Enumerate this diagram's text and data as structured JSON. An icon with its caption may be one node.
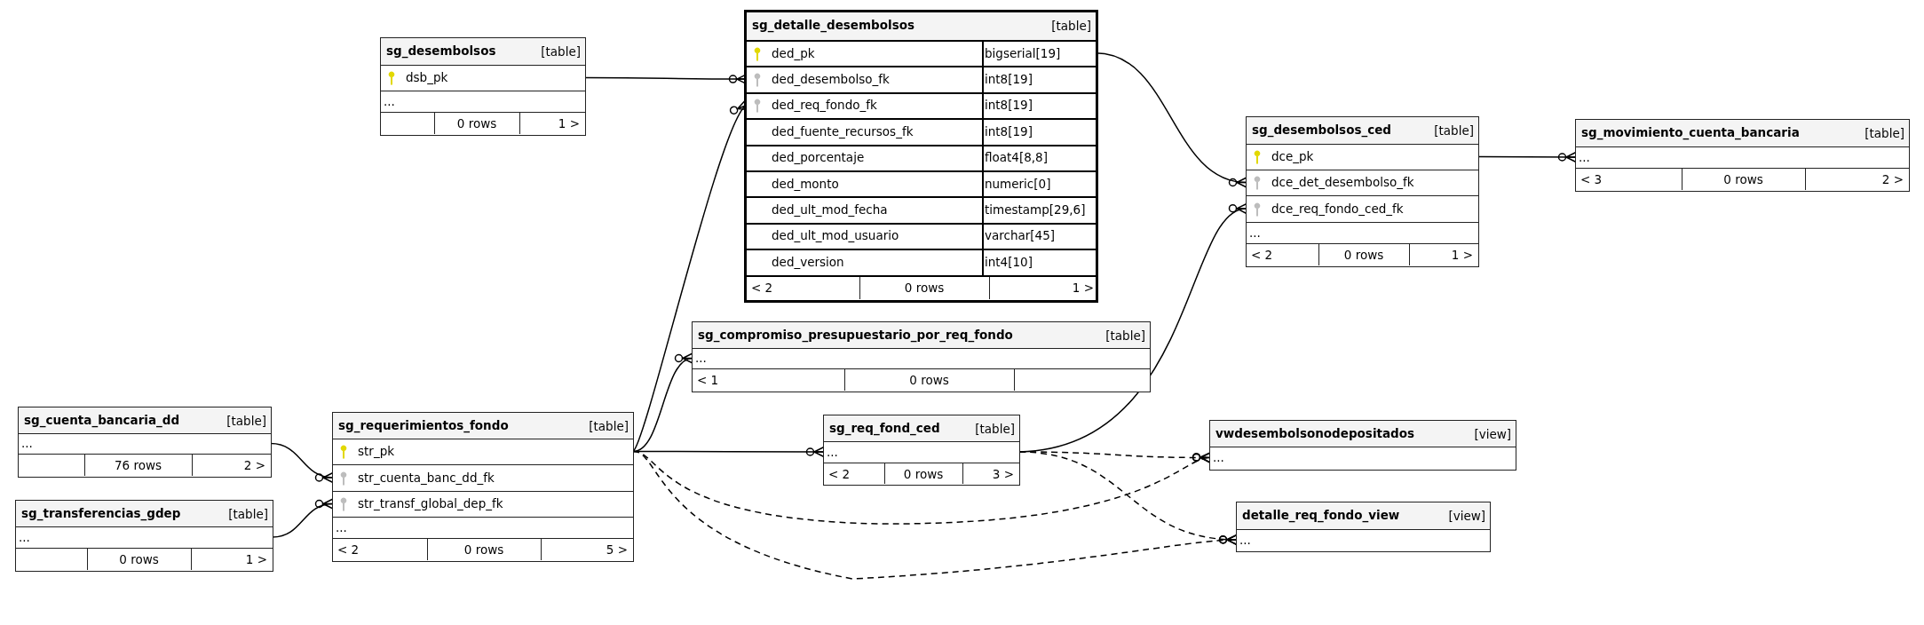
{
  "diagram": {
    "nodes": [
      {
        "text": [
          "sg_desembolsos",
          "[table]"
        ]
      },
      {
        "text": [
          "dsb_pk"
        ],
        "in": 0
      },
      {
        "text": [
          "..."
        ],
        "in": 0
      },
      {
        "text": [
          "0 rows",
          "1 >"
        ],
        "in": 0
      },
      {
        "text": [
          "sg_detalle_desembolsos",
          "[table]"
        ]
      },
      {
        "text": [
          "ded_pk",
          "bigserial[19]"
        ],
        "in": 4
      },
      {
        "text": [
          "ded_desembolso_fk",
          "int8[19]"
        ],
        "in": 4
      },
      {
        "text": [
          "ded_req_fondo_fk",
          "int8[19]"
        ],
        "in": 4
      },
      {
        "text": [
          "ded_fuente_recursos_fk",
          "int8[19]"
        ],
        "in": 4
      },
      {
        "text": [
          "ded_porcentaje",
          "float4[8,8]"
        ],
        "in": 4
      },
      {
        "text": [
          "ded_monto",
          "numeric[0]"
        ],
        "in": 4
      },
      {
        "text": [
          "ded_ult_mod_fecha",
          "timestamp[29,6]"
        ],
        "in": 4
      },
      {
        "text": [
          "ded_ult_mod_usuario",
          "varchar[45]"
        ],
        "in": 4
      },
      {
        "text": [
          "ded_version",
          "int4[10]"
        ],
        "in": 4
      },
      {
        "text": [
          "< 2",
          "0 rows",
          "1 >"
        ],
        "in": 4
      },
      {
        "text": [
          "sg_desembolsos_ced",
          "[table]"
        ]
      },
      {
        "text": [
          "dce_pk"
        ],
        "in": 15
      },
      {
        "text": [
          "dce_det_desembolso_fk"
        ],
        "in": 15
      },
      {
        "text": [
          "dce_req_fondo_ced_fk"
        ],
        "in": 15
      },
      {
        "text": [
          "..."
        ],
        "in": 15
      },
      {
        "text": [
          "< 2",
          "0 rows",
          "1 >"
        ],
        "in": 15
      },
      {
        "text": [
          "sg_movimiento_cuenta_bancaria",
          "[table]"
        ]
      },
      {
        "text": [
          "..."
        ],
        "in": 21
      },
      {
        "text": [
          "< 3",
          "0 rows",
          "2 >"
        ],
        "in": 21
      },
      {
        "text": [
          "sg_compromiso_presupuestario_por_req_fondo",
          "[table]"
        ]
      },
      {
        "text": [
          "..."
        ],
        "in": 24
      },
      {
        "text": [
          "< 1",
          "0 rows"
        ],
        "in": 24
      },
      {
        "text": [
          "sg_cuenta_bancaria_dd",
          "[table]"
        ]
      },
      {
        "text": [
          "..."
        ],
        "in": 27
      },
      {
        "text": [
          "76 rows",
          "2 >"
        ],
        "in": 27
      },
      {
        "text": [
          "sg_requerimientos_fondo",
          "[table]"
        ]
      },
      {
        "text": [
          "str_pk"
        ],
        "in": 30
      },
      {
        "text": [
          "str_cuenta_banc_dd_fk"
        ],
        "in": 30
      },
      {
        "text": [
          "str_transf_global_dep_fk"
        ],
        "in": 30
      },
      {
        "text": [
          "..."
        ],
        "in": 30
      },
      {
        "text": [
          "< 2",
          "0 rows",
          "5 >"
        ],
        "in": 30
      },
      {
        "text": [
          "sg_req_fond_ced",
          "[table]"
        ]
      },
      {
        "text": [
          "..."
        ],
        "in": 36
      },
      {
        "text": [
          "< 2",
          "0 rows",
          "3 >"
        ],
        "in": 36
      },
      {
        "text": [
          "vwdesembolsonodepositados",
          "[view]"
        ]
      },
      {
        "text": [
          "..."
        ],
        "in": 39
      },
      {
        "text": [
          "sg_transferencias_gdep",
          "[table]"
        ]
      },
      {
        "text": [
          "..."
        ],
        "in": 41
      },
      {
        "text": [
          "0 rows",
          "1 >"
        ],
        "in": 41
      },
      {
        "text": [
          "detalle_req_fondo_view",
          "[view]"
        ]
      },
      {
        "text": [
          "..."
        ],
        "in": 44
      }
    ],
    "edges": [
      {
        "from": 1,
        "to": 6,
        "arrow": "other"
      },
      {
        "from": 31,
        "to": 7,
        "arrow": "other"
      },
      {
        "from": 5,
        "to": 17,
        "arrow": "other"
      },
      {
        "from": 37,
        "to": 18,
        "arrow": "other"
      },
      {
        "from": 16,
        "to": 22,
        "arrow": "other"
      },
      {
        "from": 31,
        "to": 25,
        "arrow": "other"
      },
      {
        "from": 31,
        "to": 37,
        "arrow": "other"
      },
      {
        "from": 28,
        "to": 32,
        "arrow": "other"
      },
      {
        "from": 42,
        "to": 33,
        "arrow": "other"
      },
      {
        "from": 31,
        "to": 40,
        "arrow": "other",
        "style": "dashed"
      },
      {
        "from": 31,
        "to": 45,
        "arrow": "other",
        "style": "dashed"
      },
      {
        "from": 37,
        "to": 40,
        "arrow": "other",
        "style": "dashed"
      },
      {
        "from": 37,
        "to": 45,
        "arrow": "other",
        "style": "dashed"
      }
    ]
  }
}
